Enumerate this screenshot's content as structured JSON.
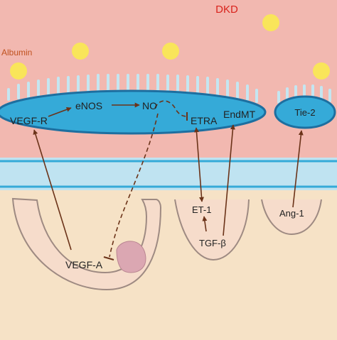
{
  "title": "DKD",
  "labels": {
    "albumin": "Albumin",
    "vegf_r": "VEGF-R",
    "enos": "eNOS",
    "no": "NO",
    "etra": "ETRA",
    "endmt": "EndMT",
    "tie2": "Tie-2",
    "et1": "ET-1",
    "tgfb": "TGF-β",
    "ang1": "Ang-1",
    "vegf_a": "VEGF-A"
  },
  "colors": {
    "lumen": "#f2b8b0",
    "interstitium": "#f6e2c6",
    "endothelial_cell": "#35aad8",
    "cell_outline": "#1d6fa0",
    "glycocalyx": "#c4e6f1",
    "basement_membrane": "#bfe3f1",
    "albumin": "#f9e55a",
    "title_red": "#d9231c",
    "albumin_label": "#c0521f",
    "arrow": "#6b3319",
    "podocyte_fill": "#f6dccb",
    "podocyte_outline": "#9e8a82",
    "vesicle": "#dba7b2"
  }
}
